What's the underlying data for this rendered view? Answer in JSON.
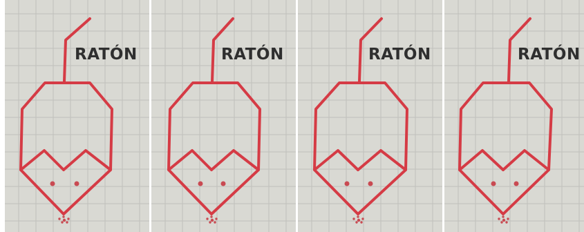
{
  "frames": [
    {
      "label": "RATÓN"
    },
    {
      "label": "RATÓN"
    },
    {
      "label": "RATÓN"
    },
    {
      "label": "RATÓN"
    }
  ],
  "colors": {
    "paper": "#d9d9d3",
    "grid": "#bfc0bb",
    "ink": "#d53b45",
    "dot": "#c94a52",
    "text": "#2f2f2f",
    "separator": "#ffffff"
  }
}
